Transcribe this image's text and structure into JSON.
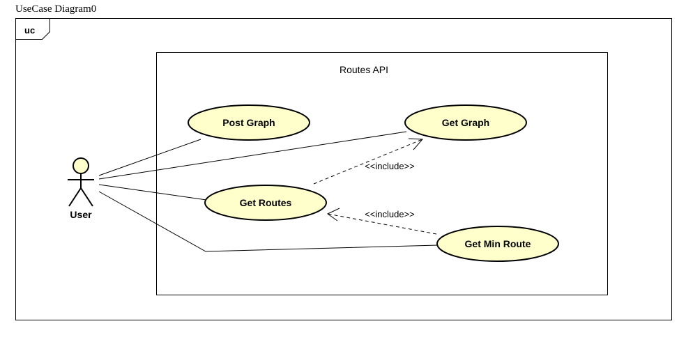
{
  "diagram": {
    "title": "UseCase Diagram0",
    "frame_tag": "uc",
    "boundary": {
      "title": "Routes API"
    },
    "actor": {
      "label": "User"
    },
    "use_cases": {
      "post_graph": "Post Graph",
      "get_graph": "Get Graph",
      "get_routes": "Get Routes",
      "get_min_route": "Get Min Route"
    },
    "include_label_1": "<<include>>",
    "include_label_2": "<<include>>"
  },
  "colors": {
    "usecase_fill": "#ffffcc",
    "stroke": "#000000",
    "actor_head_fill": "#ffffcc",
    "background": "#ffffff"
  }
}
